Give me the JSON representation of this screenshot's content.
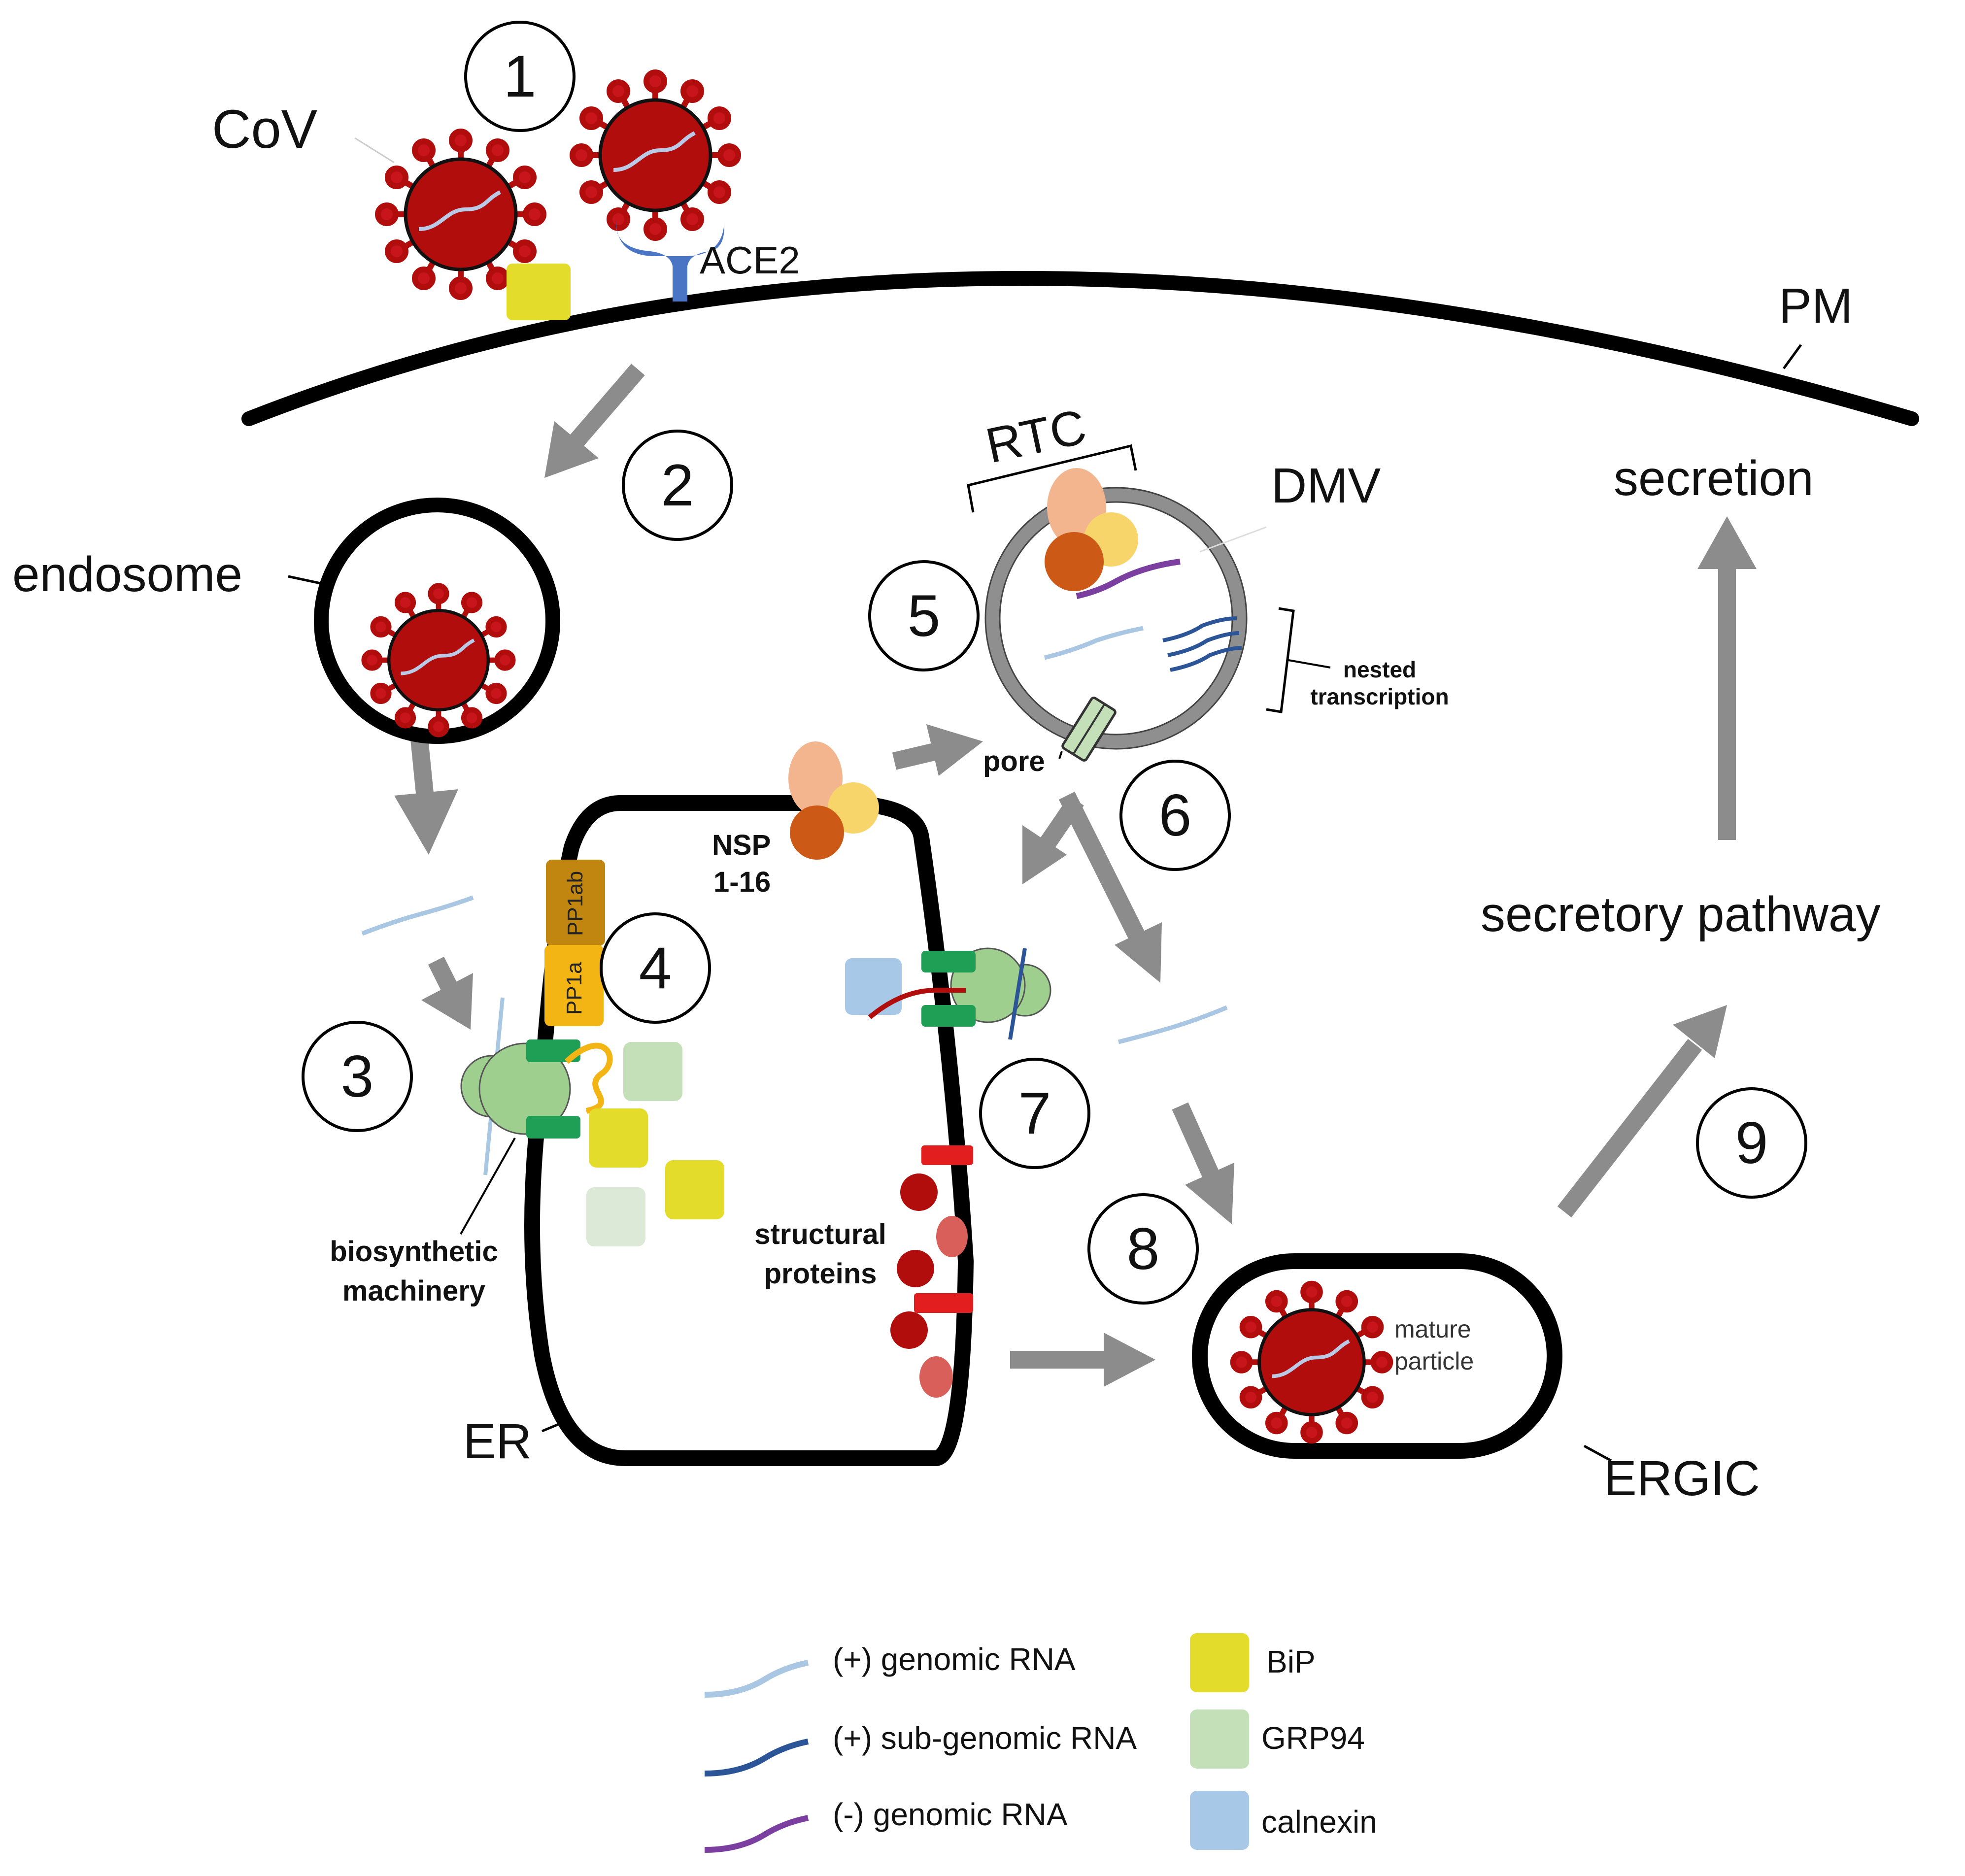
{
  "labels": {
    "cov": "CoV",
    "ace2": "ACE2",
    "pm": "PM",
    "endosome": "endosome",
    "rtc": "RTC",
    "dmv": "DMV",
    "nested_1": "nested",
    "nested_2": "transcription",
    "pore": "pore",
    "secretion": "secretion",
    "secretory_pathway": "secretory pathway",
    "nsp_1": "NSP",
    "nsp_2": "1-16",
    "pp1ab": "PP1ab",
    "pp1a": "PP1a",
    "biosynthetic_1": "biosynthetic",
    "biosynthetic_2": "machinery",
    "structural_1": "structural",
    "structural_2": "proteins",
    "er": "ER",
    "ergic": "ERGIC",
    "mature_1": "mature",
    "mature_2": "particle"
  },
  "steps": [
    "1",
    "2",
    "3",
    "4",
    "5",
    "6",
    "7",
    "8",
    "9"
  ],
  "legend": {
    "rna_genomic_plus": "(+) genomic RNA",
    "rna_subgenomic_plus": "(+) sub-genomic RNA",
    "rna_genomic_minus": "(-) genomic RNA",
    "bip": "BiP",
    "grp94": "GRP94",
    "calnexin": "calnexin"
  },
  "colors": {
    "virus": "#b10d0d",
    "spike": "#c8151b",
    "membrane": "#000000",
    "arrow": "#8c8c8c",
    "ace2": "#4a74c4",
    "bip": "#e3dc2a",
    "grp94": "#c4e0b8",
    "calnexin": "#a8c8e8",
    "rna_plus": "#a9c6e2",
    "rna_subgenomic": "#2b5597",
    "rna_minus": "#7b3fa0",
    "dmv": "#8f8f8f",
    "pp1ab": "#c0860f",
    "pp1a": "#f2b514",
    "ribosome": "#9fcf8f",
    "translocon": "#1f9e55",
    "structural_red": "#e31e1e",
    "nsp_peach": "#f2b58e",
    "nsp_orange": "#cc5a16",
    "nsp_yellow": "#f8d56a"
  }
}
